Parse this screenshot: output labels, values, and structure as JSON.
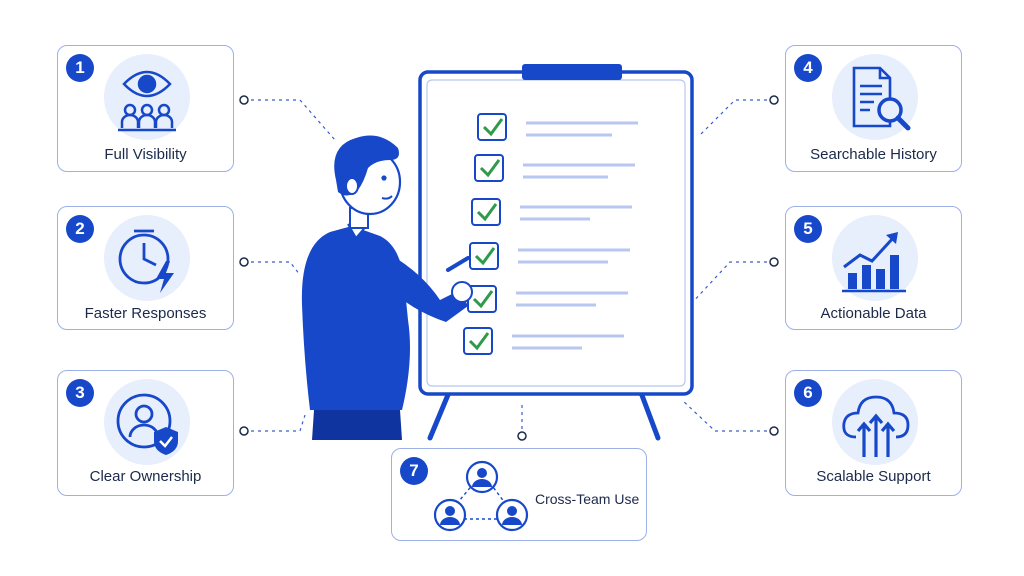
{
  "cards": [
    {
      "number": "1",
      "label": "Full Visibility",
      "icon": "eye-team-icon"
    },
    {
      "number": "2",
      "label": "Faster Responses",
      "icon": "clock-lightning-icon"
    },
    {
      "number": "3",
      "label": "Clear Ownership",
      "icon": "user-shield-icon"
    },
    {
      "number": "4",
      "label": "Searchable History",
      "icon": "document-search-icon"
    },
    {
      "number": "5",
      "label": "Actionable Data",
      "icon": "bar-chart-trend-icon"
    },
    {
      "number": "6",
      "label": "Scalable Support",
      "icon": "cloud-upload-icon"
    },
    {
      "number": "7",
      "label": "Cross-Team Use",
      "icon": "team-network-icon"
    }
  ],
  "colors": {
    "primary": "#1748c9",
    "check": "#2e9a4a",
    "accent_light": "#e7eefc",
    "card_border": "#9db0e8"
  },
  "illustration": {
    "description_icon": "person-checklist-board-icon",
    "checklist_items": 6
  }
}
